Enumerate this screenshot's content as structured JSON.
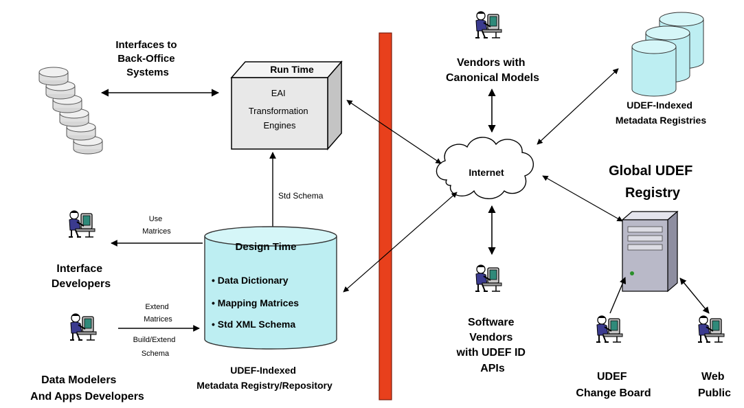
{
  "backoffice": {
    "line1": "Interfaces to",
    "line2": "Back-Office",
    "line3": "Systems"
  },
  "runtime": {
    "title": "Run Time",
    "line1": "EAI",
    "line2": "Transformation",
    "line3": "Engines"
  },
  "std_schema": "Std Schema",
  "design_time": {
    "title": "Design Time",
    "items": [
      "• Data Dictionary",
      "• Mapping Matrices",
      "• Std XML Schema"
    ],
    "caption1": "UDEF-Indexed",
    "caption2": "Metadata Registry/Repository"
  },
  "use_matrices": {
    "line1": "Use",
    "line2": "Matrices"
  },
  "extend_matrices": {
    "line1": "Extend",
    "line2": "Matrices"
  },
  "build_extend_schema": {
    "line1": "Build/Extend",
    "line2": "Schema"
  },
  "interface_developers": {
    "line1": "Interface",
    "line2": "Developers"
  },
  "data_modelers": {
    "line1": "Data Modelers",
    "line2": "And Apps Developers"
  },
  "internet": "Internet",
  "vendors_canonical": {
    "line1": "Vendors with",
    "line2": "Canonical Models"
  },
  "registries": {
    "line1": "UDEF-Indexed",
    "line2": "Metadata Registries"
  },
  "global_registry": {
    "line1": "Global UDEF",
    "line2": "Registry"
  },
  "software_vendors": {
    "line1": "Software",
    "line2": "Vendors",
    "line3": "with UDEF ID",
    "line4": "APIs"
  },
  "change_board": {
    "line1": "UDEF",
    "line2": "Change Board"
  },
  "web_public": {
    "line1": "Web",
    "line2": "Public"
  },
  "colors": {
    "firewall": "#e8401c",
    "cylinder": "#bdeef2",
    "box": "#e8e8e8",
    "server": "#b9b9c8"
  }
}
